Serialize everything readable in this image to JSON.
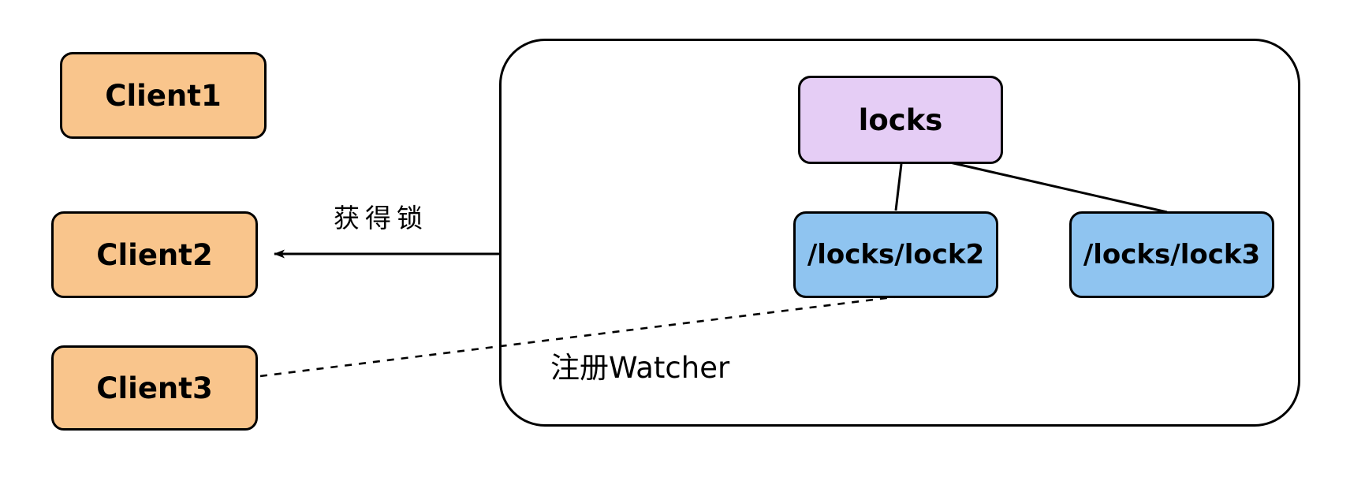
{
  "diagram": {
    "title": "zookeeper-distributed-lock",
    "clients": [
      {
        "id": "client1",
        "label": "Client1"
      },
      {
        "id": "client2",
        "label": "Client2"
      },
      {
        "id": "client3",
        "label": "Client3"
      }
    ],
    "server_group": {
      "root": {
        "label": "locks"
      },
      "children": [
        {
          "id": "lock2",
          "label": "/locks/lock2"
        },
        {
          "id": "lock3",
          "label": "/locks/lock3"
        }
      ]
    },
    "edges": [
      {
        "id": "acquire-lock",
        "label": "获得锁",
        "style": "solid-arrow",
        "from": "server-group",
        "to": "Client2"
      },
      {
        "id": "register-watcher",
        "label": "注册Watcher",
        "style": "dashed",
        "from": "Client3",
        "to": "/locks/lock2"
      },
      {
        "id": "tree-locks-lock2",
        "label": "",
        "style": "solid",
        "from": "locks",
        "to": "/locks/lock2"
      },
      {
        "id": "tree-locks-lock3",
        "label": "",
        "style": "solid",
        "from": "locks",
        "to": "/locks/lock3"
      }
    ],
    "colors": {
      "client_fill": "#f9c58c",
      "root_fill": "#e5cdf5",
      "lock_fill": "#8fc4f0",
      "stroke": "#000000",
      "background": "#ffffff"
    }
  }
}
